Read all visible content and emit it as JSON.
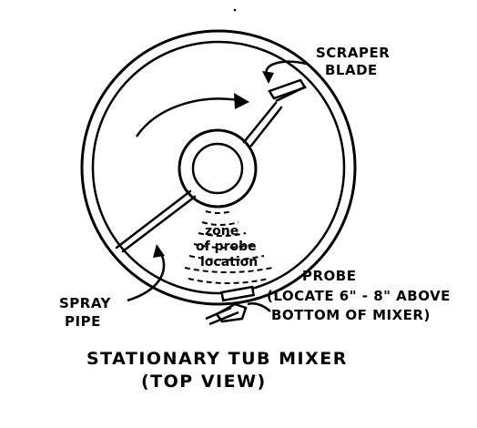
{
  "diagram": {
    "labels": {
      "scraper_line1": "SCRAPER",
      "scraper_line2": "BLADE",
      "zone_line1": "zone",
      "zone_line2": "of probe",
      "zone_line3": "location",
      "probe_line1": "PROBE",
      "probe_line2": "(LOCATE 6\" - 8\" ABOVE",
      "probe_line3": "BOTTOM OF MIXER)",
      "spray_line1": "SPRAY",
      "spray_line2": "PIPE"
    },
    "title_line1": "STATIONARY TUB MIXER",
    "title_line2": "(TOP VIEW)"
  },
  "colors": {
    "ink": "#000000",
    "paper": "#ffffff"
  }
}
